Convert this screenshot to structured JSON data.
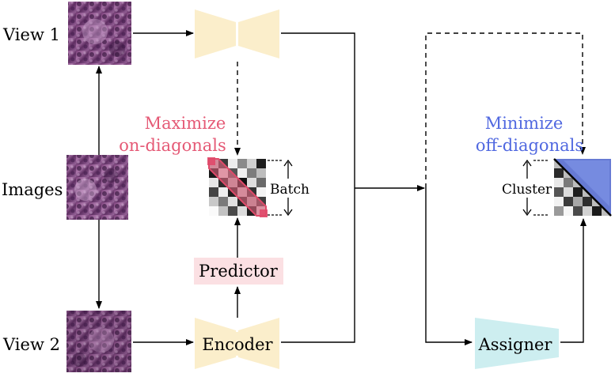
{
  "labels": {
    "view1": "View 1",
    "images": "Images",
    "view2": "View 2",
    "predictor": "Predictor",
    "encoder": "Encoder",
    "assigner": "Assigner",
    "batch": "Batch",
    "cluster": "Cluster",
    "maximize_line1": "Maximize",
    "maximize_line2": "on-diagonals",
    "minimize_line1": "Minimize",
    "minimize_line2": "off-diagonals"
  },
  "colors": {
    "encoder_fill": "#fbeecb",
    "predictor_fill": "#fbe0e3",
    "assigner_fill": "#cdeef0",
    "maximize_text": "#e55a76",
    "minimize_text": "#5068e0",
    "diag_highlight": "#f06a86",
    "offdiag_highlight": "#4a64dc"
  },
  "icons": {
    "image_tile": "histology-image-patch",
    "matrix": "similarity-matrix"
  }
}
